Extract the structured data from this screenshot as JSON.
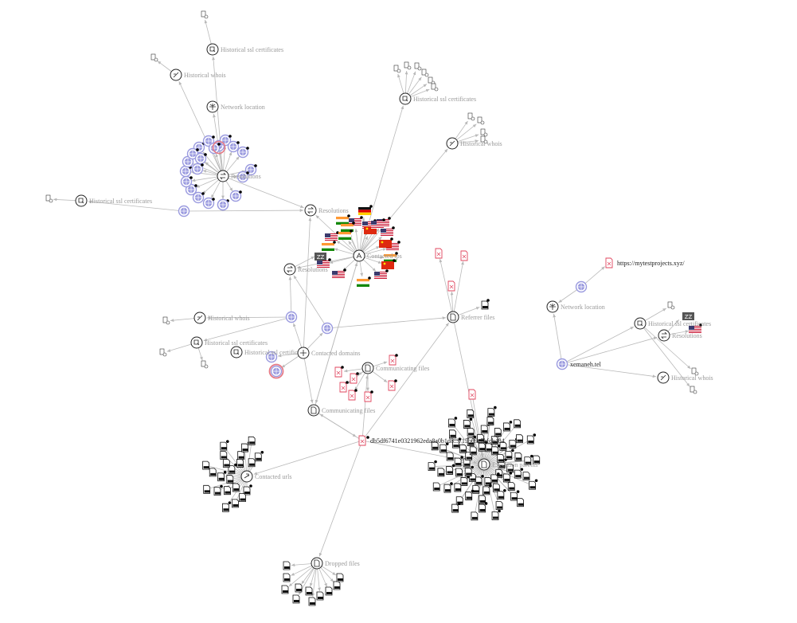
{
  "colors": {
    "edge": "#b9b9b9",
    "label_gray": "#9a9a9a",
    "label_dark": "#222222",
    "domain_fill": "#9a9adf",
    "file_red": "#e0455e",
    "highlight": "#e67a86",
    "dot": "#000000"
  },
  "graph": {
    "hubs": [
      {
        "id": "h1",
        "label": "Historical ssl certificates",
        "icon": "certificate-icon",
        "dark": false
      },
      {
        "id": "h2",
        "label": "Historical whois",
        "icon": "whois-icon",
        "dark": false
      },
      {
        "id": "h3",
        "label": "Network location",
        "icon": "network-icon",
        "dark": false
      },
      {
        "id": "h4",
        "label": "Resolutions",
        "icon": "resolution-icon",
        "dark": false
      },
      {
        "id": "h5",
        "label": "Historical ssl certificates",
        "icon": "certificate-icon",
        "dark": false
      },
      {
        "id": "h6",
        "label": "Resolutions",
        "icon": "resolution-icon",
        "dark": false
      },
      {
        "id": "h7",
        "label": "Historical ssl certificates",
        "icon": "certificate-icon",
        "dark": false
      },
      {
        "id": "h8",
        "label": "Historical whois",
        "icon": "whois-icon",
        "dark": false
      },
      {
        "id": "h9",
        "label": "Contacted ips",
        "icon": "ip-icon",
        "dark": false
      },
      {
        "id": "h10",
        "label": "Resolutions",
        "icon": "resolution-icon",
        "dark": false
      },
      {
        "id": "h11",
        "label": "Historical whois",
        "icon": "whois-icon",
        "dark": false
      },
      {
        "id": "h12",
        "label": "Historical ssl certificates",
        "icon": "certificate-icon",
        "dark": false
      },
      {
        "id": "h13",
        "label": "Historical ssl certificates",
        "icon": "certificate-icon",
        "dark": false
      },
      {
        "id": "h14",
        "label": "Contacted domains",
        "icon": "domain-icon",
        "dark": false
      },
      {
        "id": "h15",
        "label": "Communicating files",
        "icon": "file-icon",
        "dark": false
      },
      {
        "id": "h16",
        "label": "Communicating files",
        "icon": "file-icon",
        "dark": false
      },
      {
        "id": "h17",
        "label": "Referrer files",
        "icon": "file-icon",
        "dark": false
      },
      {
        "id": "h18",
        "label": "Contacted urls",
        "icon": "url-icon",
        "dark": false
      },
      {
        "id": "h19",
        "label": "Dropped files",
        "icon": "file-icon",
        "dark": false
      },
      {
        "id": "h20",
        "label": "Network location",
        "icon": "network-icon",
        "dark": false
      },
      {
        "id": "h21",
        "label": "Historical ssl certificates",
        "icon": "certificate-icon",
        "dark": false
      },
      {
        "id": "h22",
        "label": "Resolutions",
        "icon": "resolution-icon",
        "dark": false
      },
      {
        "id": "h23",
        "label": "Historical whois",
        "icon": "whois-icon",
        "dark": false
      },
      {
        "id": "h24",
        "label": "Execution parents",
        "icon": "file-icon",
        "dark": false
      }
    ],
    "main_nodes": [
      {
        "id": "m1",
        "label": "db5df6741e0321962eda8a0b1d8...715b69e7bfcb484",
        "kind": "file"
      },
      {
        "id": "m2",
        "label": "xemaneh.tel",
        "kind": "domain"
      },
      {
        "id": "m3",
        "label": "https://mytestprojects.xyz/",
        "kind": "url"
      }
    ],
    "country_badge": "ZZ"
  }
}
